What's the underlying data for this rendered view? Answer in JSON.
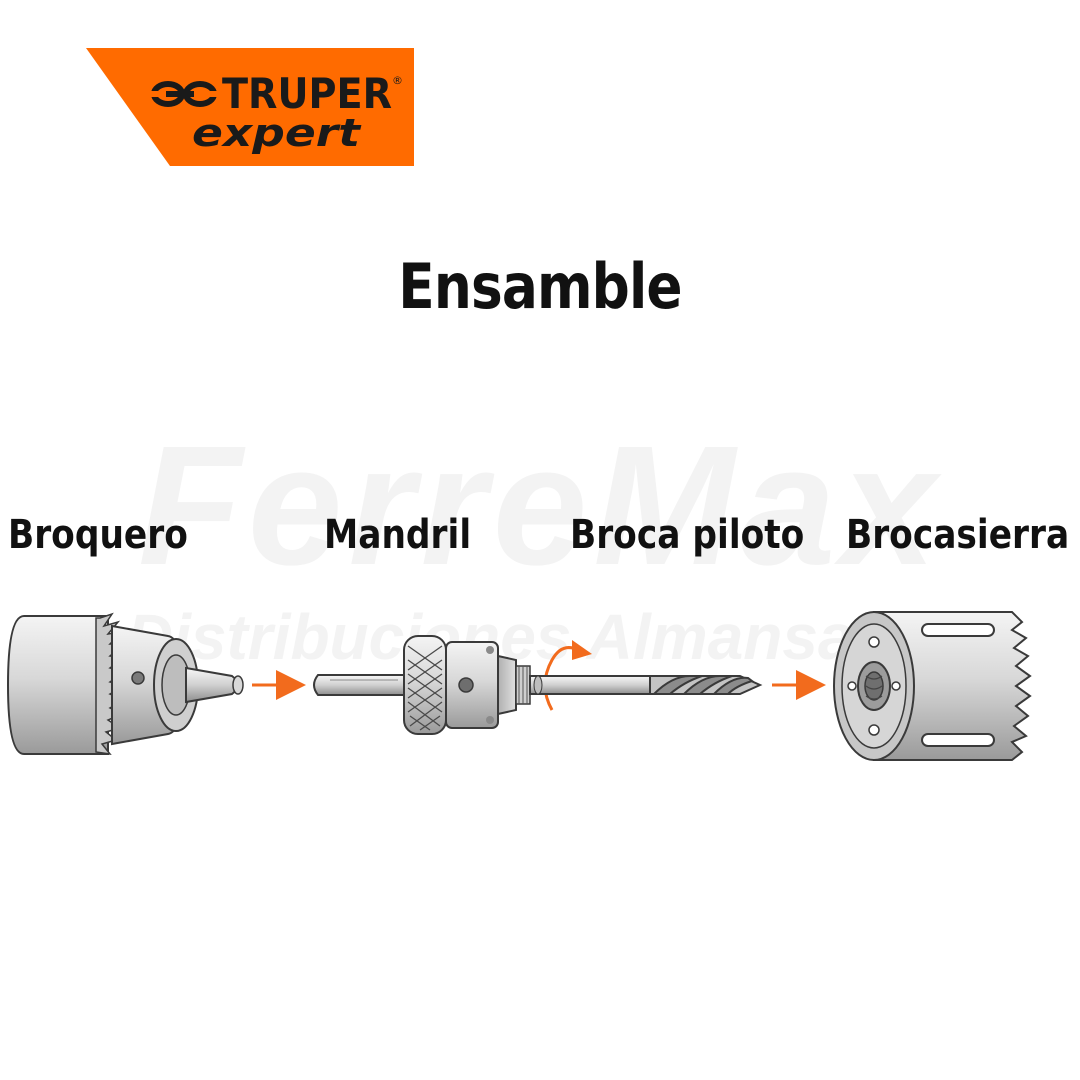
{
  "brand": {
    "name": "TRUPER",
    "registered": "®",
    "line": "expert",
    "colors": {
      "orange": "#FF6B00",
      "dark": "#1a1a1a"
    }
  },
  "watermark": {
    "line1": "FerreMax",
    "line2": "Distribuciones Almansa SL"
  },
  "title": "Ensamble",
  "components": [
    {
      "label": "Broquero"
    },
    {
      "label": "Mandril"
    },
    {
      "label": "Broca piloto"
    },
    {
      "label": "Brocasierra"
    }
  ],
  "colors": {
    "arrow": "#F26B1D",
    "metal": "#d6d6d6",
    "outline": "#3a3a3a",
    "background": "#ffffff"
  }
}
